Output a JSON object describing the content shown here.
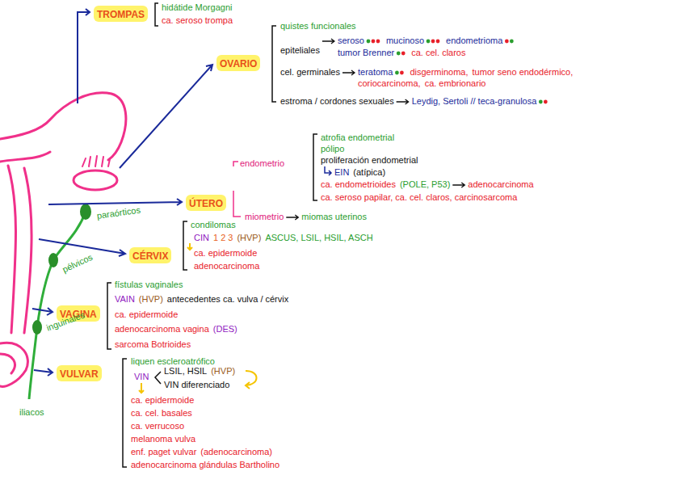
{
  "diagram": {
    "nodes": [
      {
        "text": [
          "TROMPAS"
        ]
      },
      {
        "text": [
          "OVARIO"
        ]
      },
      {
        "text": [
          "ÚTERO"
        ]
      },
      {
        "text": [
          "CÉRVIX"
        ]
      },
      {
        "text": [
          "VAGINA"
        ]
      },
      {
        "text": [
          "VULVAR"
        ]
      }
    ],
    "labels": [
      "hidátide Morgagni",
      "ca. seroso trompa",
      "quistes funcionales",
      "epiteliales",
      "seroso",
      "mucinoso",
      "endometrioma",
      "tumor Brenner",
      "ca. cel. claros",
      "cel. germinales",
      "teratoma",
      "disgerminoma,",
      "tumor seno endodérmico,",
      "coriocarcinoma,",
      "ca. embrionario",
      "estroma / cordones sexuales",
      "Leydig, Sertoli // teca-granulosa",
      "endometrio",
      "atrofia endometrial",
      "pólipo",
      "proliferación endometrial",
      "EIN",
      "(atípica)",
      "ca. endometrioides",
      "(POLE, P53)",
      "adenocarcinoma",
      "ca. seroso papilar, ca. cel. claros, carcinosarcoma",
      "miometrio",
      "miomas uterinos",
      "paraórticos",
      "condilomas",
      "CIN",
      "1 2 3",
      "(HVP)",
      "ASCUS, LSIL, HSIL, ASCH",
      "ca. epidermoide",
      "adenocarcinoma",
      "pélvicos",
      "fístulas vaginales",
      "VAIN",
      "(HVP)",
      "antecedentes ca. vulva / cérvix",
      "ca. epidermoide",
      "adenocarcinoma vagina",
      "(DES)",
      "sarcoma Botrioides",
      "inguinales",
      "liquen escleroatrófico",
      "VIN",
      "LSIL, HSIL",
      "(HVP)",
      "VIN diferenciado",
      "ca. epidermoide",
      "ca. cel. basales",
      "ca. verrucoso",
      "melanoma vulva",
      "enf. paget vulvar",
      "(adenocarcinoma)",
      "adenocarcinoma glándulas Bartholino",
      "iliacos"
    ]
  }
}
